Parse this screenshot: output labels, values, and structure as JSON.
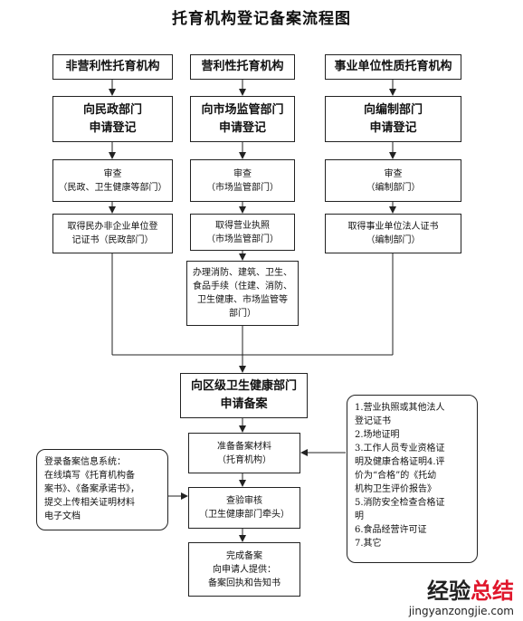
{
  "title": "托育机构登记备案流程图",
  "columns": [
    {
      "type": "非营利性托育机构",
      "register": "向民政部门\n申请登记",
      "review": "审查\n（民政、卫生健康等部门）",
      "certificate": "取得民办非企业单位登\n记证书（民政部门）"
    },
    {
      "type": "营利性托育机构",
      "register": "向市场监管部门\n申请登记",
      "review": "审查\n（市场监管部门）",
      "certificate": "取得营业执照\n（市场监管部门）"
    },
    {
      "type": "事业单位性质托育机构",
      "register": "向编制部门\n申请登记",
      "review": "审查\n（编制部门）",
      "certificate": "取得事业单位法人证书\n（编制部门）"
    }
  ],
  "procedures": "办理消防、建筑、卫生、\n食品手续（住建、消防、\n卫生健康、市场监管等\n部门）",
  "filing": "向区级卫生健康部门\n申请备案",
  "prepare": "准备备案材料\n（托育机构）",
  "inspect": "查验审核\n（卫生健康部门牵头）",
  "complete": "完成备案\n向申请人提供：\n备案回执和告知书",
  "left_note": "登录备案信息系统：\n在线填写《托育机构备\n案书》、《备案承诺书》，\n提交上传相关证明材料\n电子文档",
  "right_note": "1.营业执照或其他法人\n登记证书\n2.场地证明\n3.工作人员专业资格证\n明及健康合格证明4.评\n价为“合格”的《托幼\n机构卫生评价报告》\n5.消防安全检查合格证\n明\n6.食品经营许可证\n7.其它",
  "watermark": {
    "brand_a": "经验",
    "brand_b": "总结",
    "url": "jingyanzongjie.com"
  }
}
